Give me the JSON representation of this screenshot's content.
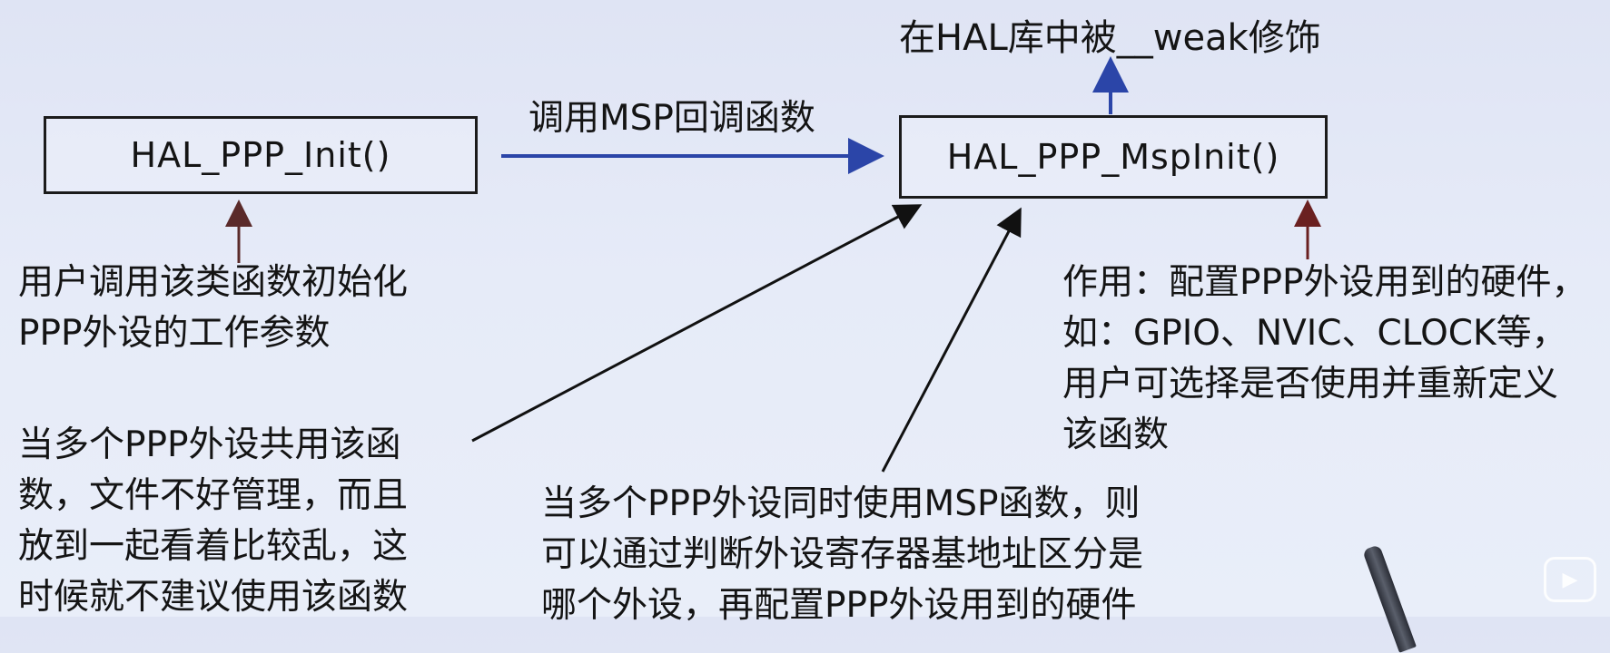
{
  "boxes": {
    "init": "HAL_PPP_Init()",
    "msp_init": "HAL_PPP_MspInit()"
  },
  "labels": {
    "weak_note": "在HAL库中被__weak修饰",
    "call_arrow": "调用MSP回调函数"
  },
  "notes": {
    "user_init": [
      "用户调用该类函数初始化",
      "PPP外设的工作参数"
    ],
    "many_peripherals": [
      "当多个PPP外设共用该函",
      "数，文件不好管理，而且",
      "放到一起看着比较乱，这",
      "时候就不建议使用该函数"
    ],
    "msp_multi": [
      "当多个PPP外设同时使用MSP函数，则",
      "可以通过判断外设寄存器基地址区分是",
      "哪个外设，再配置PPP外设用到的硬件"
    ],
    "role": [
      "作用：配置PPP外设用到的硬件，",
      "如：GPIO、NVIC、CLOCK等，",
      "用户可选择是否使用并重新定义",
      "该函数"
    ]
  },
  "colors": {
    "call_arrow": "#2b45a8",
    "weak_arrow": "#2b45a8",
    "user_arrow": "#5a2a2a",
    "note_arrows": "#111111",
    "role_arrow": "#6a2020"
  },
  "icons": {
    "watermark": "tv-icon"
  }
}
